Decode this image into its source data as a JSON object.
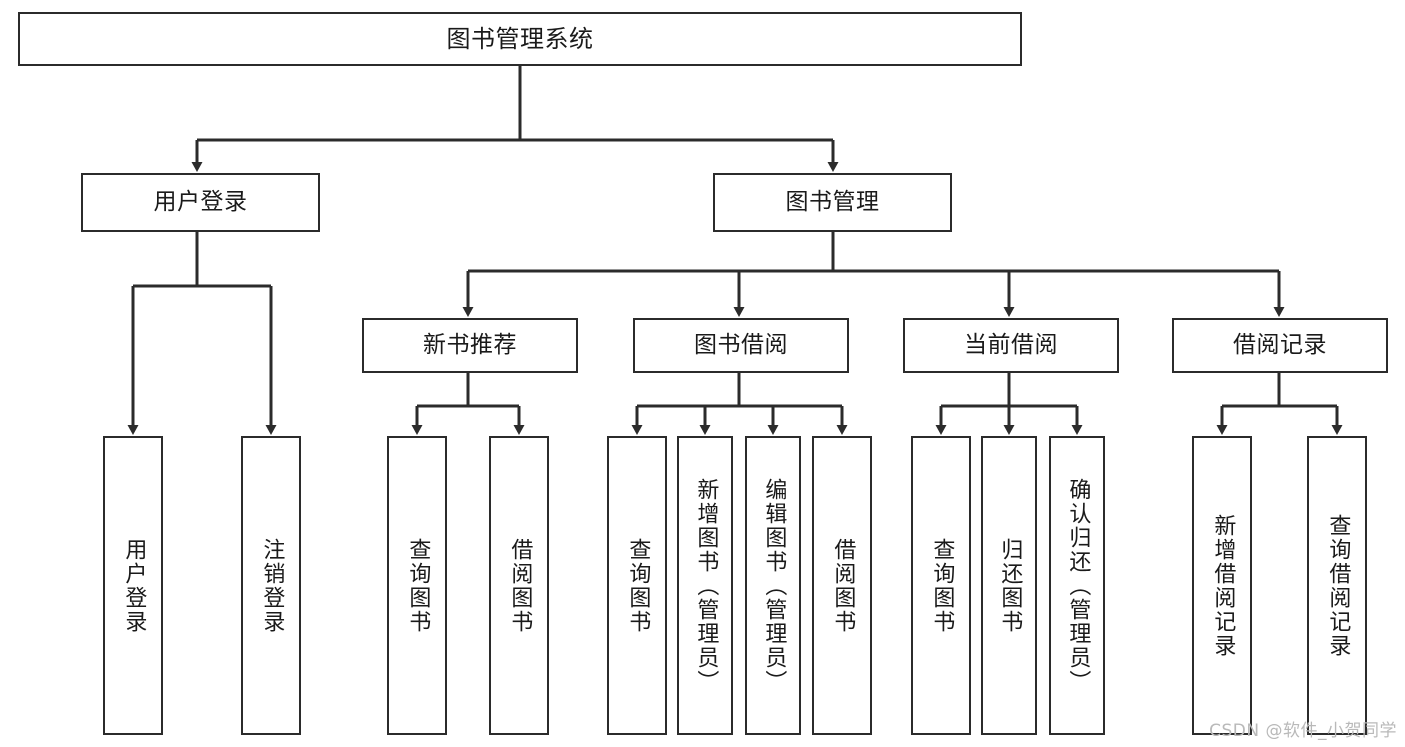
{
  "diagram": {
    "title": "图书管理系统",
    "watermark": "CSDN @软件_小贺同学",
    "line_color": "#2b2b2b",
    "box_border_color": "#2b2b2b",
    "background_color": "#ffffff",
    "text_color": "#1a1a1a",
    "watermark_color": "#b9b9b9"
  },
  "root": {
    "label": "图书管理系统"
  },
  "level2": [
    {
      "label": "用户登录"
    },
    {
      "label": "图书管理"
    }
  ],
  "level3": [
    {
      "label": "新书推荐"
    },
    {
      "label": "图书借阅"
    },
    {
      "label": "当前借阅"
    },
    {
      "label": "借阅记录"
    }
  ],
  "leaves": {
    "user_login": [
      {
        "label": "用户登录"
      },
      {
        "label": "注销登录"
      }
    ],
    "new_book_recommend": [
      {
        "label": "查询图书"
      },
      {
        "label": "借阅图书"
      }
    ],
    "book_borrow": [
      {
        "label": "查询图书"
      },
      {
        "label": "新增图书（管理员）"
      },
      {
        "label": "编辑图书（管理员）"
      },
      {
        "label": "借阅图书"
      }
    ],
    "current_borrow": [
      {
        "label": "查询图书"
      },
      {
        "label": "归还图书"
      },
      {
        "label": "确认归还（管理员）"
      }
    ],
    "borrow_record": [
      {
        "label": "新增借阅记录"
      },
      {
        "label": "查询借阅记录"
      }
    ]
  }
}
